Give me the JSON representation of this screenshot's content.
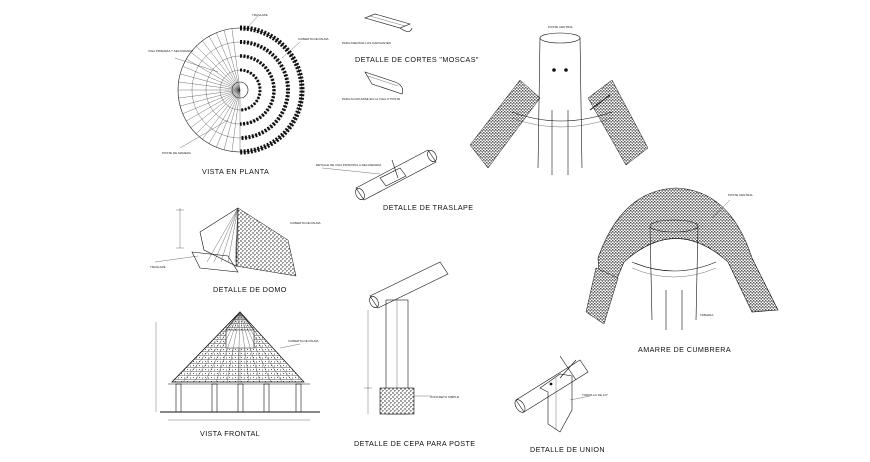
{
  "titles": {
    "plan": "VISTA EN PLANTA",
    "cuts": "DETALLE DE CORTES \"MOSCAS\"",
    "overlap": "DETALLE DE TRASLAPE",
    "dome": "DETALLE DE DOMO",
    "frontal": "VISTA FRONTAL",
    "footing": "DETALLE DE CEPA PARA POSTE",
    "union": "DETALLE DE UNION",
    "ridge": "AMARRE DE CUMBRERA"
  },
  "notes": {
    "cut_top": "PARA ASENTAR LOS GARGANTES",
    "cut_bottom": "PARA ACOPLARSE EN LA VIGA O POSTE",
    "plan_top": "TRASLAPE",
    "plan_left": "VIGA PRIMARIA Y SECUNDARIA",
    "plan_right": "CUBIERTA DE PALMA",
    "plan_bottom": "POSTE DE MADERA",
    "overlap_note": "DETALLE DE VIGA PRINCIPAL A SECUNDARIA",
    "dome_note": "CUBIERTA DE PALMA",
    "dome_left": "TRASLAPE",
    "frontal_note": "CUBIERTA DE PALMA",
    "footing_note": "CONCRETO SIMPLE",
    "union_note": "TORNILLO DE 1/2\"",
    "ridge_note": "POSTE CENTRAL",
    "ridge_left": "TABLERA",
    "top_right_note": "POSTE CENTRAL"
  }
}
